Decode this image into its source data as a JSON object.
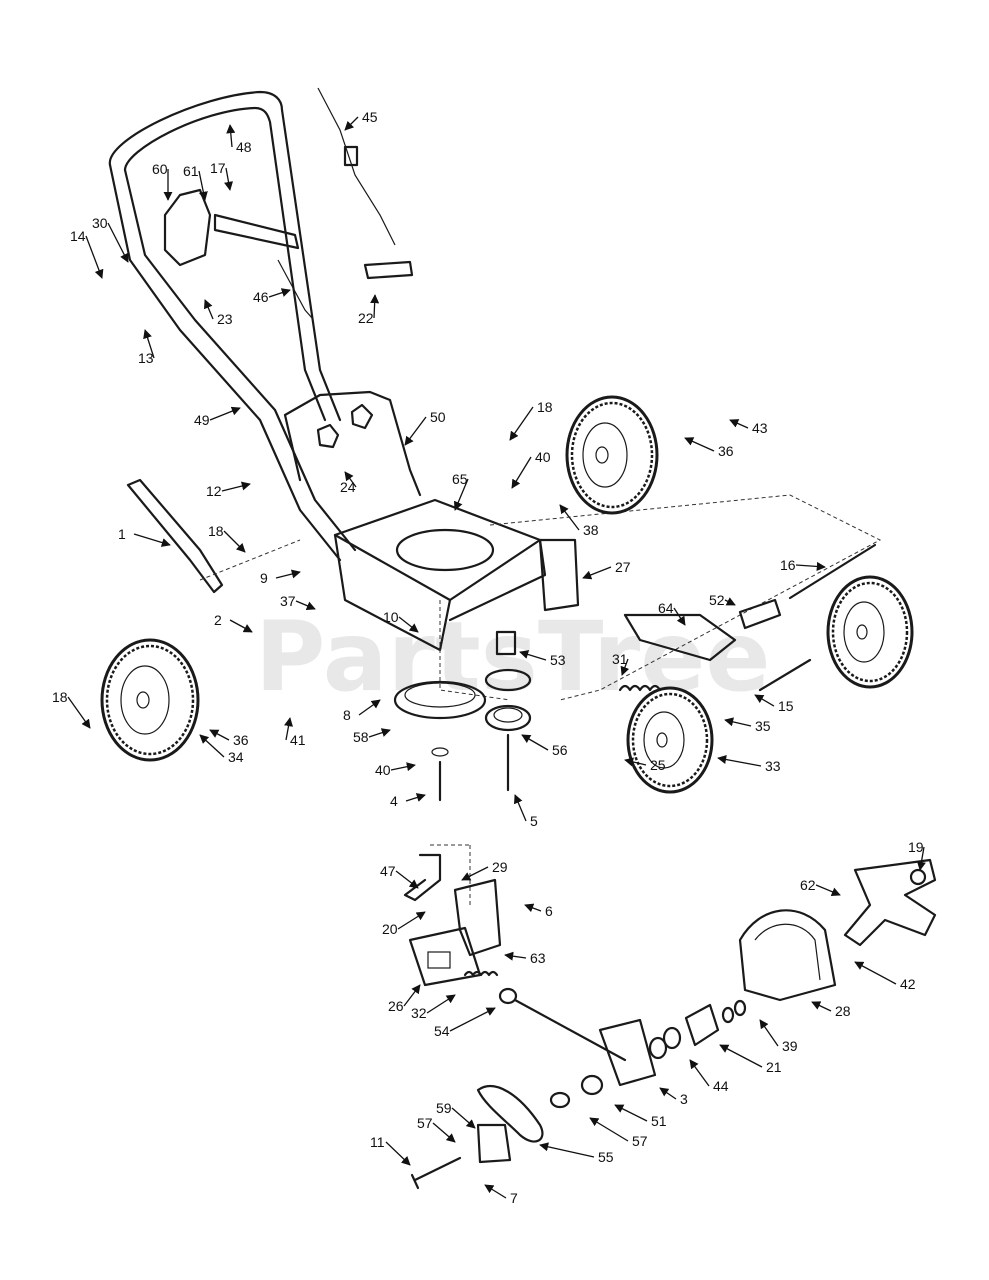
{
  "watermark": "PartsTree",
  "callouts": [
    {
      "label": "45"
    },
    {
      "label": "48"
    },
    {
      "label": "17"
    },
    {
      "label": "60"
    },
    {
      "label": "61"
    },
    {
      "label": "14"
    },
    {
      "label": "30"
    },
    {
      "label": "46"
    },
    {
      "label": "22"
    },
    {
      "label": "23"
    },
    {
      "label": "13"
    },
    {
      "label": "49"
    },
    {
      "label": "50"
    },
    {
      "label": "18"
    },
    {
      "label": "43"
    },
    {
      "label": "36"
    },
    {
      "label": "40"
    },
    {
      "label": "12"
    },
    {
      "label": "24"
    },
    {
      "label": "65"
    },
    {
      "label": "38"
    },
    {
      "label": "1"
    },
    {
      "label": "18"
    },
    {
      "label": "9"
    },
    {
      "label": "27"
    },
    {
      "label": "16"
    },
    {
      "label": "37"
    },
    {
      "label": "2"
    },
    {
      "label": "10"
    },
    {
      "label": "52"
    },
    {
      "label": "64"
    },
    {
      "label": "53"
    },
    {
      "label": "31"
    },
    {
      "label": "18"
    },
    {
      "label": "36"
    },
    {
      "label": "41"
    },
    {
      "label": "8"
    },
    {
      "label": "58"
    },
    {
      "label": "34"
    },
    {
      "label": "56"
    },
    {
      "label": "15"
    },
    {
      "label": "35"
    },
    {
      "label": "33"
    },
    {
      "label": "40"
    },
    {
      "label": "25"
    },
    {
      "label": "4"
    },
    {
      "label": "5"
    },
    {
      "label": "47"
    },
    {
      "label": "29"
    },
    {
      "label": "19"
    },
    {
      "label": "62"
    },
    {
      "label": "6"
    },
    {
      "label": "20"
    },
    {
      "label": "63"
    },
    {
      "label": "42"
    },
    {
      "label": "26"
    },
    {
      "label": "32"
    },
    {
      "label": "54"
    },
    {
      "label": "28"
    },
    {
      "label": "39"
    },
    {
      "label": "21"
    },
    {
      "label": "44"
    },
    {
      "label": "3"
    },
    {
      "label": "51"
    },
    {
      "label": "59"
    },
    {
      "label": "57"
    },
    {
      "label": "57"
    },
    {
      "label": "11"
    },
    {
      "label": "55"
    },
    {
      "label": "7"
    }
  ]
}
